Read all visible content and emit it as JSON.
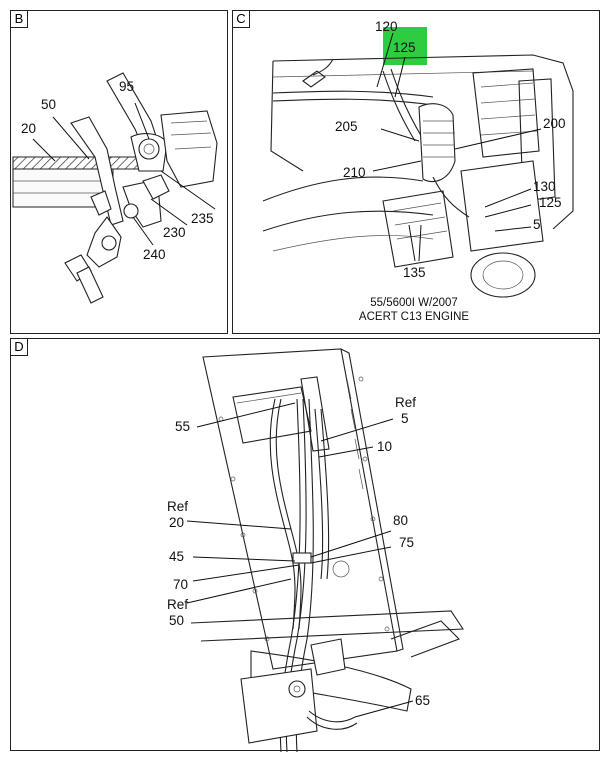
{
  "colors": {
    "line": "#222222",
    "highlight": "#2ecc40",
    "background": "#ffffff"
  },
  "panels": {
    "B": {
      "tag": "B",
      "callouts": {
        "c95": "95",
        "c50": "50",
        "c20": "20",
        "c235": "235",
        "c230": "230",
        "c240": "240"
      }
    },
    "C": {
      "tag": "C",
      "callouts": {
        "c120": "120",
        "c125a": "125",
        "c205": "205",
        "c200": "200",
        "c210": "210",
        "c130": "130",
        "c125b": "125",
        "c5": "5",
        "c135": "135"
      },
      "caption_line1": "55/5600I W/2007",
      "caption_line2": "ACERT C13 ENGINE"
    },
    "D": {
      "tag": "D",
      "callouts": {
        "c55": "55",
        "ref5a": "Ref",
        "ref5b": "5",
        "c10": "10",
        "ref20a": "Ref",
        "ref20b": "20",
        "c80": "80",
        "c75": "75",
        "c45": "45",
        "c70": "70",
        "ref50a": "Ref",
        "ref50b": "50",
        "c65": "65"
      }
    }
  }
}
